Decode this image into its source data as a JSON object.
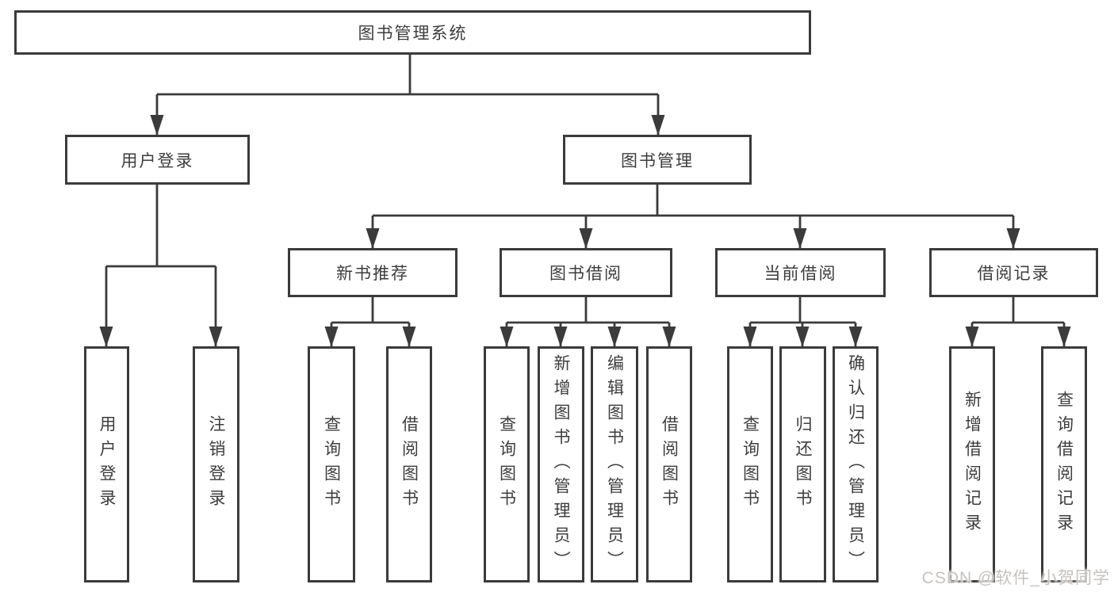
{
  "diagram": {
    "type": "hierarchy",
    "root": {
      "label": "图书管理系统"
    },
    "branches": [
      {
        "label": "用户登录",
        "children": [
          {
            "label": "用户登录"
          },
          {
            "label": "注销登录"
          }
        ]
      },
      {
        "label": "图书管理",
        "children": [
          {
            "label": "新书推荐",
            "children": [
              {
                "label": "查询图书"
              },
              {
                "label": "借阅图书"
              }
            ]
          },
          {
            "label": "图书借阅",
            "children": [
              {
                "label": "查询图书"
              },
              {
                "label": "新增图书（管理员）"
              },
              {
                "label": "编辑图书（管理员）"
              },
              {
                "label": "借阅图书"
              }
            ]
          },
          {
            "label": "当前借阅",
            "children": [
              {
                "label": "查询图书"
              },
              {
                "label": "归还图书"
              },
              {
                "label": "确认归还（管理员）"
              }
            ]
          },
          {
            "label": "借阅记录",
            "children": [
              {
                "label": "新增借阅记录"
              },
              {
                "label": "查询借阅记录"
              }
            ]
          }
        ]
      }
    ],
    "watermark": "CSDN @软件_小贺同学",
    "colors": {
      "line": "#3b3b3b",
      "text": "#3d3d3d",
      "background": "#ffffff",
      "watermark": "#c7c1bd"
    }
  }
}
